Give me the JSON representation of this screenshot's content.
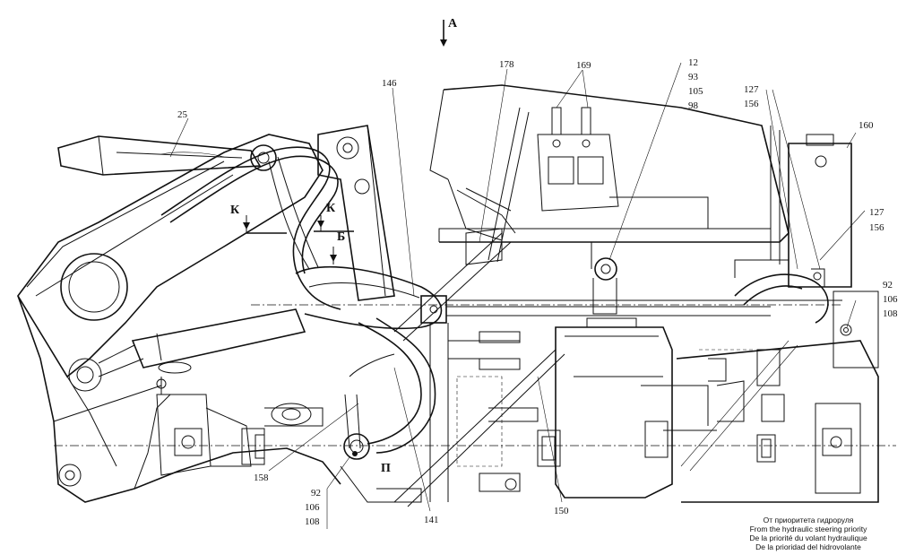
{
  "view_marker": "А",
  "callouts": {
    "c25": "25",
    "c146": "146",
    "c178": "178",
    "c169": "169",
    "c12": "12",
    "c93": "93",
    "c105": "105",
    "c98": "98",
    "c127a": "127",
    "c156a": "156",
    "c160": "160",
    "c127b": "127",
    "c156b": "156",
    "c92r": "92",
    "c106r": "106",
    "c108r": "108",
    "c158": "158",
    "c92b": "92",
    "c106b": "106",
    "c108b": "108",
    "c141": "141",
    "c150": "150"
  },
  "section_marks": {
    "k_left": "К",
    "k_right": "К",
    "b": "Б",
    "p": "П"
  },
  "note_lines": [
    "От приоритета гидроруля",
    "From the hydraulic steering priority",
    "De la priorité du volant hydraulique",
    "De la prioridad del hidrovolante"
  ]
}
